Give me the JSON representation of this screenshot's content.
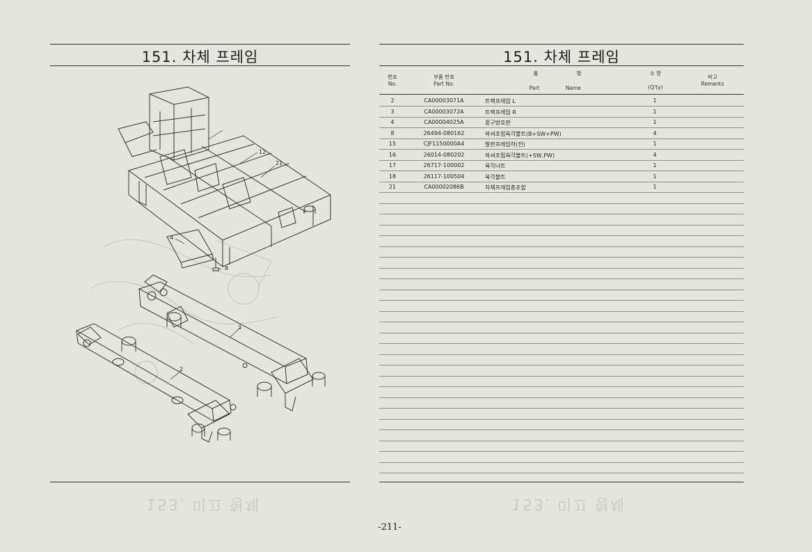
{
  "left_panel": {
    "title": "151. 차체 프레임",
    "callouts": [
      "12",
      "21",
      "4",
      "8",
      "3",
      "2"
    ]
  },
  "right_panel": {
    "title": "151. 차체 프레임",
    "headers": {
      "no_ko": "번호",
      "no_en": "No.",
      "part_ko": "부품 번호",
      "part_en": "Part  No.",
      "name_ko_1": "품",
      "name_ko_2": "명",
      "name_en_1": "Part",
      "name_en_2": "Name",
      "qty_ko": "수  량",
      "qty_en": "(Q'ty)",
      "remarks_ko": "비고",
      "remarks_en": "Remarks"
    },
    "parts": [
      {
        "no": "2",
        "part_no": "CA00003071A",
        "name": "트랙프레임 L",
        "qty": "1"
      },
      {
        "no": "3",
        "part_no": "CA00003072A",
        "name": "트랙프레임 R",
        "qty": "1"
      },
      {
        "no": "4",
        "part_no": "CA00004025A",
        "name": "풍구방호판",
        "qty": "1"
      },
      {
        "no": "8",
        "part_no": "26494-080162",
        "name": "와셔조립육각볼트(B+SW+PW)",
        "qty": "4"
      },
      {
        "no": "15",
        "part_no": "CJF1150000A4",
        "name": "발판프레임하(전)",
        "qty": "1"
      },
      {
        "no": "16",
        "part_no": "26014-080202",
        "name": "와셔조립육각볼트(+SW,PW)",
        "qty": "4"
      },
      {
        "no": "17",
        "part_no": "26717-100002",
        "name": "육각너트",
        "qty": "1"
      },
      {
        "no": "18",
        "part_no": "26117-100504",
        "name": "육각볼트",
        "qty": "1"
      },
      {
        "no": "21",
        "part_no": "CA00002086B",
        "name": "차체프레임총조합",
        "qty": "1"
      }
    ]
  },
  "page_number": "-211-",
  "bleed_through": {
    "left": "153. 미끄 형체",
    "right": "153. 미끄 형체"
  }
}
